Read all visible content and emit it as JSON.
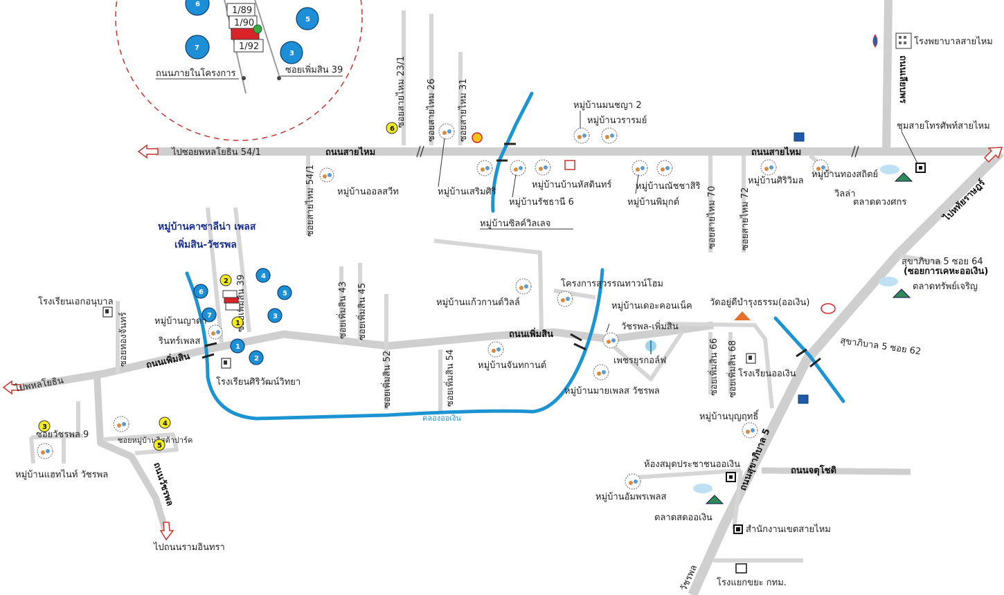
{
  "map": {
    "project": {
      "title_line1": "หมู่บ้านคาซาลีน่า เพลส",
      "title_line2": "เพิ่มสิน-วัชรพล"
    },
    "inset": {
      "plots": [
        "1/89",
        "1/90",
        "1/92"
      ],
      "markers": [
        "6",
        "5",
        "7",
        "3"
      ],
      "labels": {
        "internal_road": "ถนนภายในโครงการ",
        "soi": "ซอยเพิ่มสิน 39"
      }
    },
    "roads": {
      "sai_mai": "ถนนสายไหม",
      "phoem_sin": "ถนนเพิ่มสิน",
      "sukhaphiban5": "ถนนสุขาภิบาล 5",
      "chatu_chot": "ถนนจตุโชติ",
      "loem_phrom": "ถนนเลียบพร",
      "watcharaphon": "ถนนวัชรพล",
      "to_phahon": "ไปพหลโยธิน",
      "to_soi_phahon": "ไปซอยพหลโยธิน 54/1",
      "to_ram_inthra": "ไปถนนรามอินทรา",
      "to_hathai": "ไปหทัยราษฎร์",
      "watcharaphon_bottom": "วัชรพล"
    },
    "sois": {
      "sai_mai_23_1": "ซอยสายไหม 23/1",
      "sai_mai_26": "ซอยสายไหม 26",
      "sai_mai_31": "ซอยสายไหม 31",
      "sai_mai_54_1": "ซอยสายไหม 54/1",
      "sai_mai_70": "ซอยสายไหม 70",
      "sai_mai_72": "ซอยสายไหม 72",
      "phoem_sin_39": "ซอยเพิ่มสิน 39",
      "phoem_sin_43": "ซอยเพิ่มสิน 43",
      "phoem_sin_45": "ซอยเพิ่มสิน 45",
      "phoem_sin_52": "ซอยเพิ่มสิน 52",
      "phoem_sin_54": "ซอยเพิ่มสิน 54",
      "phoem_sin_66": "ซอยเพิ่มสิน 66",
      "phoem_sin_68": "ซอยเพิ่มสิน 68",
      "thong_chan": "ซอยทองจันทร์",
      "watcharaphon_9": "ซอยวัชรพล 9",
      "village_sub": "ซอยหมู่บ้านวิสต้าปาร์ค",
      "sukha5_64": "สุขาภิบาล 5 ซอย 64",
      "sukha5_64_b": "(ซอยการเคหะออเงิน)",
      "sukha5_62": "สุขาภิบาล 5 ซอย 62"
    },
    "places": {
      "hospital": "โรงพยาบาลสายไหม",
      "telephone": "ชุมสายโทรศัพท์สายไหม",
      "all_sweet": "หมู่บ้านออลสวีท",
      "serm_siri": "หมู่บ้านเสริมศิริ",
      "ratchani": "หมู่บ้านรัชธานี 6",
      "hatsadin": "หมู่บ้านบ้านหัสดินทร์",
      "silk_village": "หมู่บ้านซิลค์วิลเลจ",
      "monchaya": "หมู่บ้านมนชญา 2",
      "waraon": "หมู่บ้านวรารมย์",
      "natcha": "หมู่บ้านณัชชาสิริ",
      "phimuk": "หมู่บ้านพิมุกต์",
      "siri_mon": "หมู่บ้านศิริวิมล",
      "thong_sathit": "หมู่บ้านทองสถิตย์",
      "villa": "วิลล่า",
      "talad_duang": "ตลาดดวงศกร",
      "school_ek": "โรงเรียนเอกอนุบาล",
      "nyada": "หมู่บ้านญาดา",
      "rin_place": "รินทร์เพลส",
      "school_siri": "โรงเรียนศิริวัฒน์วิทยา",
      "kaew_kan": "หมู่บ้านแก้วกานต์วิลล์",
      "suwan_town": "โครงการสุวรรณทาวน์โฮม",
      "condo_net": "หมู่บ้านเดอะคอนเน็ค",
      "condo_net2": "วัชรพล-เพิ่มสิน",
      "phet_golf": "เพชรยุรกอล์ฟ",
      "chanthakan": "หมู่บ้านจันทกานต์",
      "my_place": "หมู่บ้านมายเพลส วัชรพล",
      "wat": "วัดอยู่ดีบำรุงธรรม(ออเงิน)",
      "school_or": "โรงเรียนออเงิน",
      "bunyarik": "หมู่บ้านบุญฤทธิ์",
      "talad_sap": "ตลาดทรัพย์เจริญ",
      "library": "ห้องสมุดประชาชนออเงิน",
      "amphorn": "หมู่บ้านอัมพรเพลส",
      "talad_or": "ตลาดสดออเงิน",
      "district": "สำนักงานเขตสายไหม",
      "garbage": "โรงแยกขยะ กทม.",
      "hat_nai": "หมู่บ้านแฮทไนท์ วัชรพล",
      "canal_name": "คลองออเงิน"
    },
    "markers": {
      "m1": "1",
      "m2": "2",
      "m3": "3",
      "m4": "4",
      "m5": "5",
      "m6": "6",
      "m7": "7"
    },
    "yellow_markers": {
      "y1": "1",
      "y2": "2",
      "y3": "3",
      "y4": "4",
      "y5": "5",
      "y6": "6"
    }
  }
}
